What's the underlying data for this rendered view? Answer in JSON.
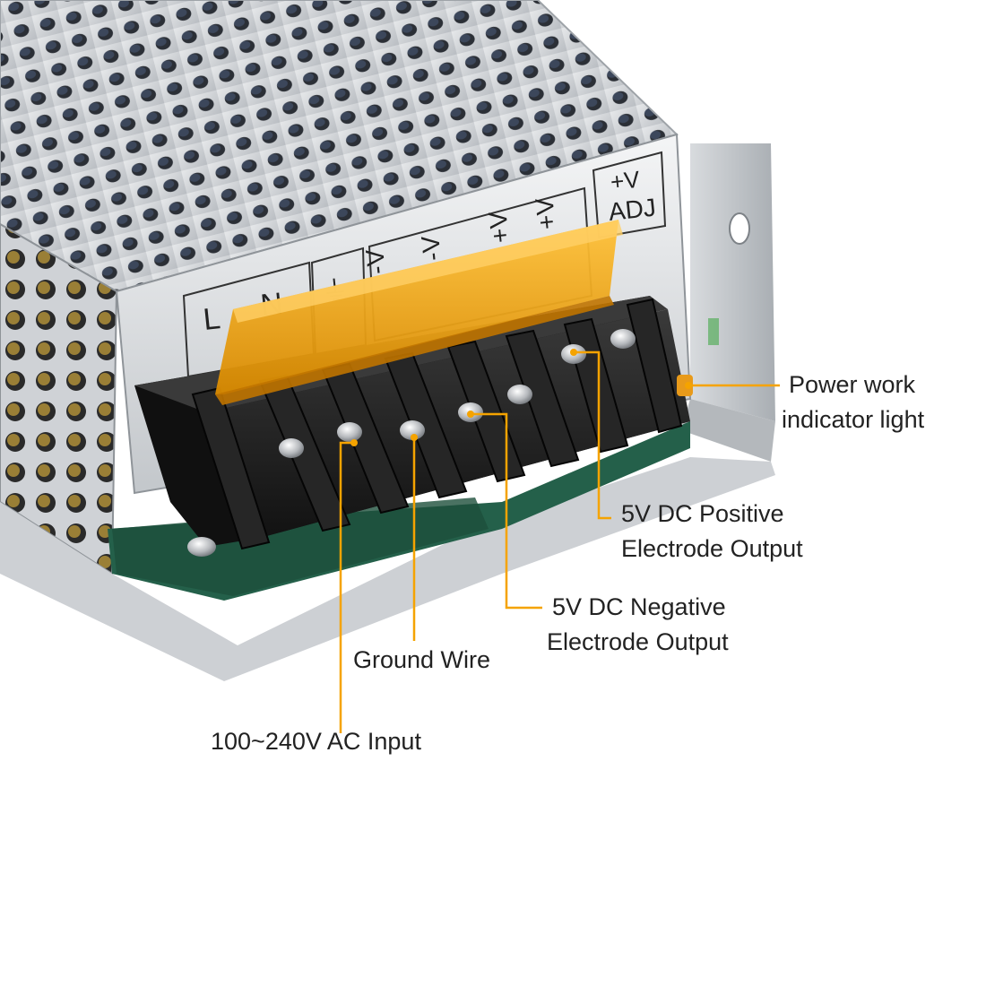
{
  "product": {
    "terminal_markings": {
      "live": "L",
      "neutral": "N",
      "ground": "⏚",
      "neg1": "-V",
      "neg2": "-V",
      "pos1": "+V",
      "pos2": "+V",
      "adj_top": "+V",
      "adj_bottom": "ADJ"
    }
  },
  "callouts": {
    "power_light": {
      "line1": "Power work",
      "line2": "indicator light"
    },
    "dc_positive": {
      "line1": "5V DC Positive",
      "line2": "Electrode Output"
    },
    "dc_negative": {
      "line1": "5V DC Negative",
      "line2": "Electrode Output"
    },
    "ground_wire": {
      "line1": "Ground Wire"
    },
    "ac_input": {
      "line1": "100~240V AC Input"
    }
  },
  "colors": {
    "leader_line": "#f5a300",
    "cover": "#f0a000",
    "terminal_block": "#1e1e1e",
    "chassis": "#c9ccd0",
    "pcb": "#1f5a3e"
  }
}
